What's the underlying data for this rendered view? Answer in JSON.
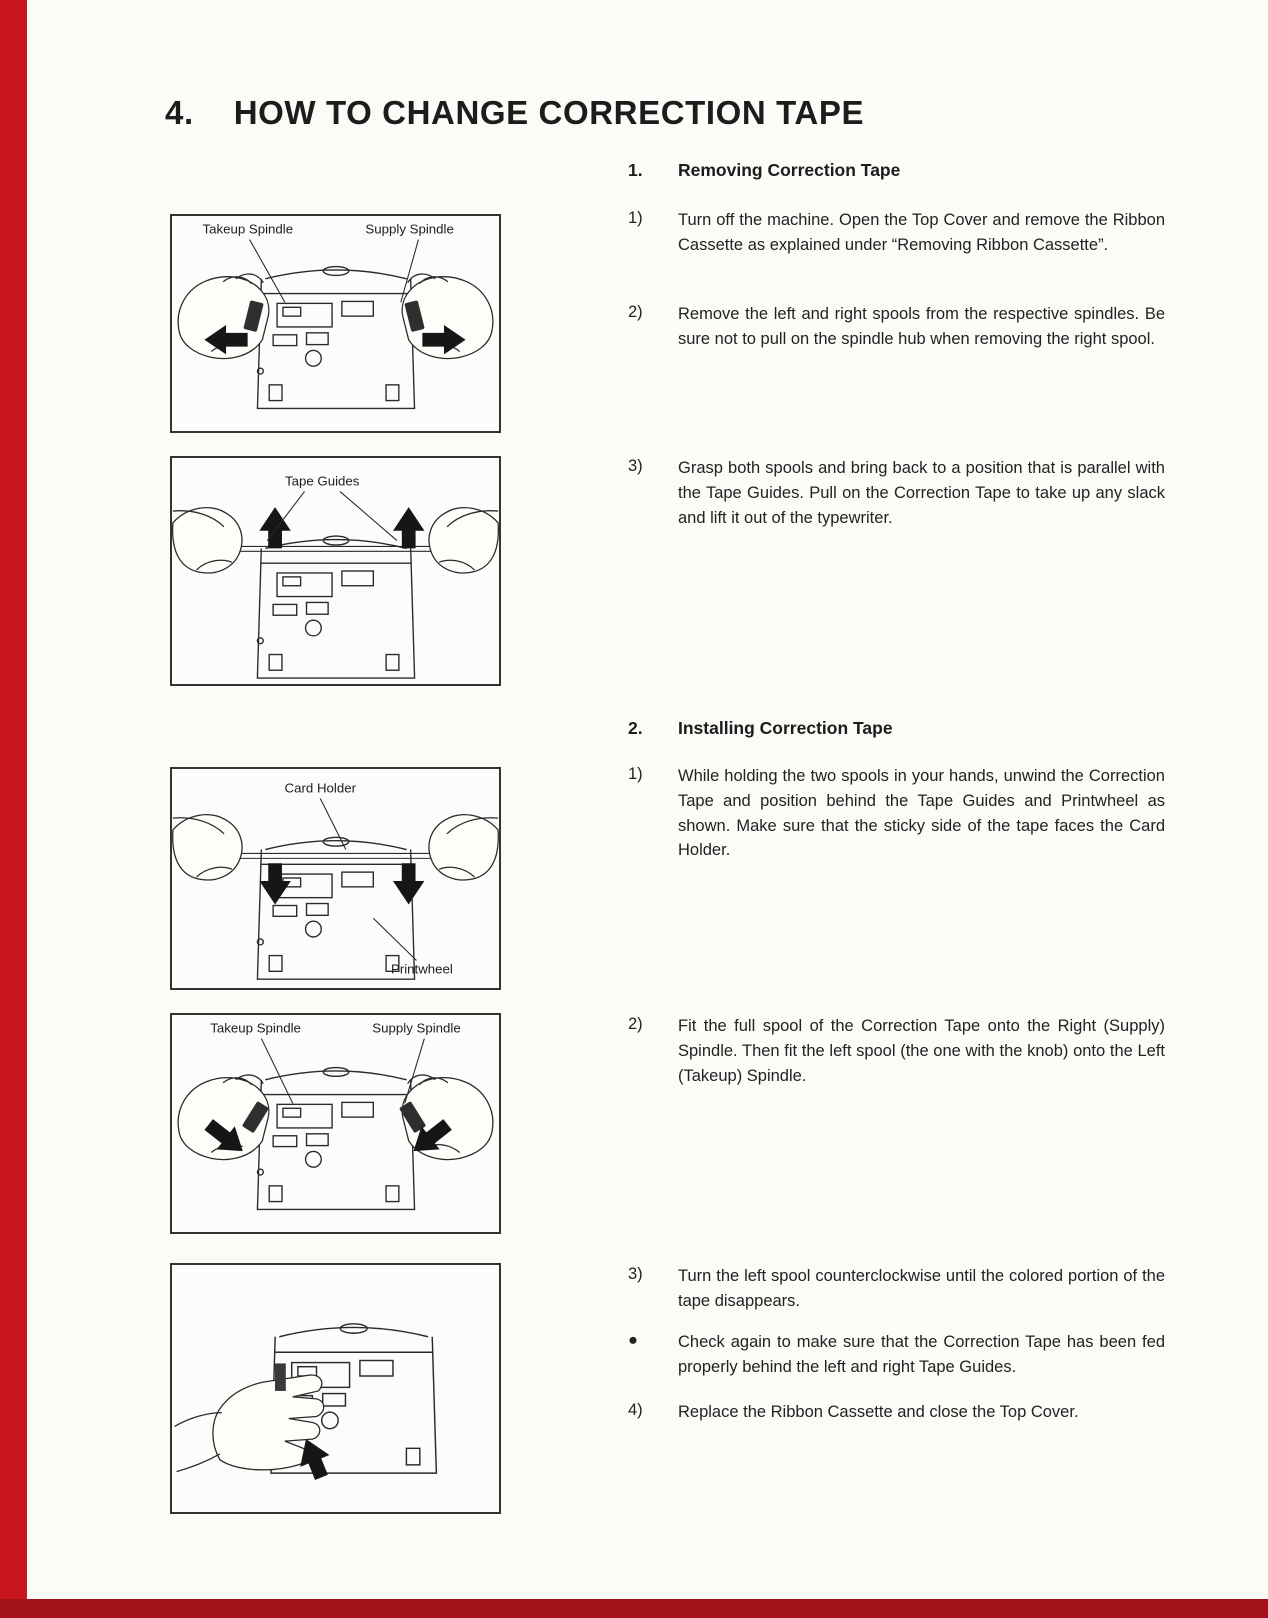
{
  "page": {
    "title_number": "4.",
    "title": "HOW TO CHANGE CORRECTION TAPE",
    "colors": {
      "left_edge_stripe": "#c8151e",
      "bottom_edge_bar": "#a3111a",
      "paper": "#fbfbf8",
      "ink": "#222222"
    }
  },
  "figures": [
    {
      "labels": {
        "left": "Takeup Spindle",
        "right": "Supply Spindle"
      }
    },
    {
      "labels": {
        "center": "Tape Guides"
      }
    },
    {
      "labels": {
        "top": "Card Holder",
        "bottom": "Printwheel"
      }
    },
    {
      "labels": {
        "left": "Takeup Spindle",
        "right": "Supply Spindle"
      }
    },
    {
      "labels": {}
    }
  ],
  "sections": [
    {
      "number": "1.",
      "heading": "Removing Correction Tape",
      "steps": [
        {
          "marker": "1)",
          "text": "Turn off the machine. Open the Top Cover and remove the Ribbon Cassette as explained under “Removing Ribbon Cassette”."
        },
        {
          "marker": "2)",
          "text": "Remove the left and right spools from the respective spindles. Be sure not to pull on the spindle hub when removing the right spool."
        },
        {
          "marker": "3)",
          "text": "Grasp both spools and bring back to a position that is parallel with the Tape Guides. Pull on the Correction Tape to take up any slack and lift it out of the typewriter."
        }
      ]
    },
    {
      "number": "2.",
      "heading": "Installing Correction Tape",
      "steps": [
        {
          "marker": "1)",
          "text": "While holding the two spools in your hands, unwind the Correction Tape and position behind the Tape Guides and Printwheel as shown. Make sure that the sticky side of the tape faces the Card Holder."
        },
        {
          "marker": "2)",
          "text": "Fit the full spool of the Correction Tape onto the Right (Supply) Spindle. Then fit the left spool (the one with the knob) onto the Left (Takeup) Spindle."
        },
        {
          "marker": "3)",
          "text": "Turn the left spool counterclockwise until the colored portion of the tape disappears."
        },
        {
          "marker": "●",
          "text": "Check again to make sure that the Correction Tape has been fed properly behind the left and right Tape Guides."
        },
        {
          "marker": "4)",
          "text": "Replace the Ribbon Cassette and close the Top Cover."
        }
      ]
    }
  ]
}
